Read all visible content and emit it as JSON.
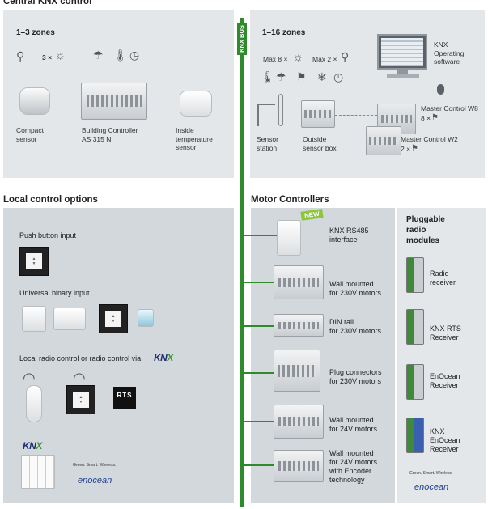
{
  "central": {
    "title": "Central KNX control",
    "zones_left": {
      "title": "1–3 zones",
      "sun_count": "3 ×",
      "devices": [
        {
          "label": "Compact\nsensor"
        },
        {
          "label": "Building Controller\nAS 315 N"
        },
        {
          "label": "Inside\ntemperature\nsensor"
        }
      ]
    },
    "zones_right": {
      "title": "1–16 zones",
      "max_sun": "Max 8 ×",
      "max_wind": "Max 2 ×",
      "operating_software": "KNX\nOperating\nsoftware",
      "sensor_station": "Sensor\nstation",
      "outside_box": "Outside\nsensor box",
      "master_w8": "Master Control W8",
      "master_w8_count": "8 ×",
      "master_w2": "Master Control W2",
      "master_w2_count": "2 ×"
    }
  },
  "bus_label": "KNX BUS",
  "local": {
    "title": "Local control options",
    "push_button": "Push button input",
    "binary_input": "Universal binary input",
    "radio_control": "Local radio control or radio control via",
    "rts_label": "RTS",
    "knx_logo": {
      "k": "KN",
      "x": "X"
    },
    "enocean_tag": "Green. Smart. Wireless.",
    "enocean_name": "enocean"
  },
  "motor": {
    "title": "Motor Controllers",
    "new_badge": "NEW",
    "items": [
      {
        "label": "KNX RS485\ninterface"
      },
      {
        "label": "Wall mounted\nfor 230V motors"
      },
      {
        "label": "DIN rail\nfor 230V motors"
      },
      {
        "label": "Plug connectors\nfor 230V motors"
      },
      {
        "label": "Wall mounted\nfor 24V motors"
      },
      {
        "label": "Wall mounted\nfor 24V motors\nwith Encoder\ntechnology"
      }
    ]
  },
  "pluggable": {
    "title": "Pluggable\nradio\nmodules",
    "items": [
      {
        "label": "Radio\nreceiver"
      },
      {
        "label": "KNX RTS\nReceiver"
      },
      {
        "label": "EnOcean\nReceiver"
      },
      {
        "label": "KNX\nEnOcean\nReceiver"
      }
    ],
    "enocean_tag": "Green. Smart. Wireless.",
    "enocean_name": "enocean"
  },
  "colors": {
    "bus_green": "#2f8a2c",
    "panel_light": "#e4e7ea",
    "panel_dark": "#d3d8dd"
  }
}
